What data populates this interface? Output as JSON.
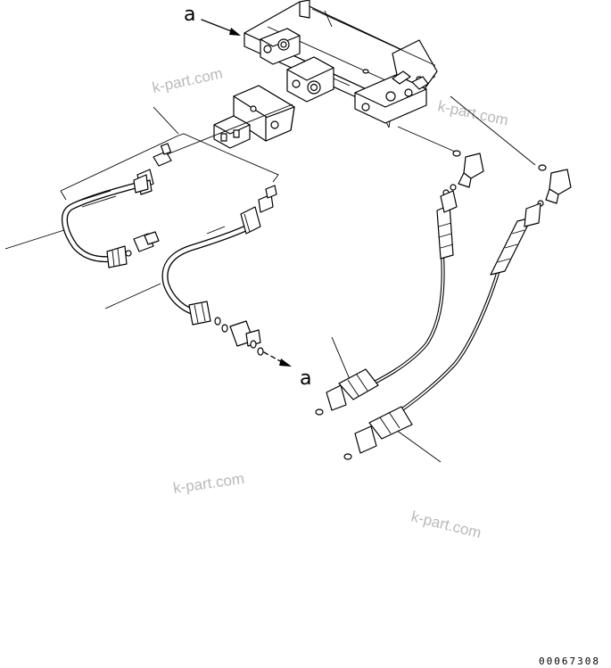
{
  "diagram": {
    "reference_mark_top": "a",
    "reference_mark_bottom": "a",
    "watermarks": [
      "k-part.com",
      "k-part.com",
      "k-part.com",
      "k-part.com"
    ],
    "drawing_number": "00067308"
  }
}
